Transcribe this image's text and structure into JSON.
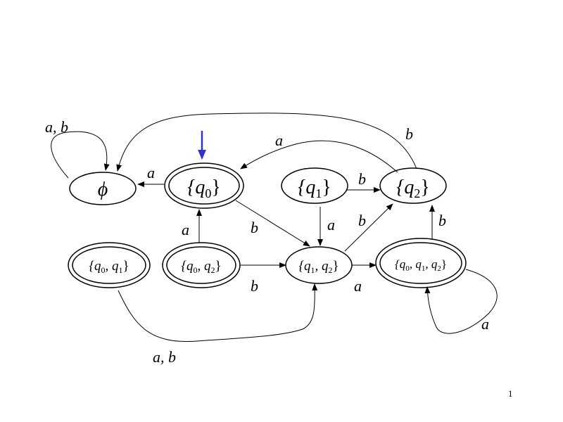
{
  "diagram": {
    "page_number": "1",
    "states": {
      "empty": {
        "symbol": "ϕ",
        "accepting": false
      },
      "q0": {
        "label": "{q",
        "sub": "0",
        "close": "}",
        "accepting": true,
        "start": true
      },
      "q1": {
        "label": "{q",
        "sub": "1",
        "close": "}",
        "accepting": false
      },
      "q2": {
        "label": "{q",
        "sub": "2",
        "close": "}",
        "accepting": false
      },
      "q0q1": {
        "parts": [
          "{q",
          "0",
          ", q",
          "1",
          "}"
        ],
        "accepting": true
      },
      "q0q2": {
        "parts": [
          "{q",
          "0",
          ", q",
          "2",
          "}"
        ],
        "accepting": true
      },
      "q1q2": {
        "parts": [
          "{q",
          "1",
          ", q",
          "2",
          "}"
        ],
        "accepting": false
      },
      "q0q1q2": {
        "parts": [
          "{q",
          "0",
          ", q",
          "1",
          ", q",
          "2",
          "}"
        ],
        "accepting": true
      }
    },
    "edge_labels": {
      "empty_loop": "a, b",
      "q0_to_empty": "a",
      "q2_to_q0": "a",
      "q2_to_empty": "b",
      "q1_to_q2": "b",
      "q1_to_q1q2": "a",
      "q1q2_to_q2": "b",
      "q0q1q2_to_q2": "b",
      "q0q2_to_q0": "a",
      "q0_to_q1q2": "b",
      "q0q2_to_q1q2": "b",
      "q1q2_to_q0q1q2": "a",
      "q0q1q2_loop": "a",
      "q0q1_to_q1q2": "a, b"
    },
    "colors": {
      "start_arrow": "#3333cc",
      "stroke": "#000000"
    }
  }
}
